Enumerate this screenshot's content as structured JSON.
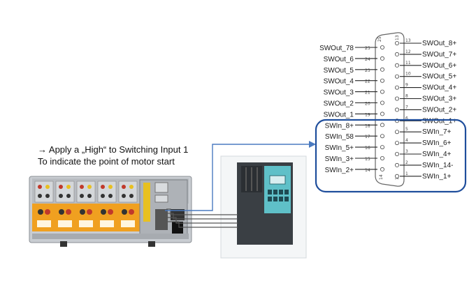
{
  "annotation": {
    "line1": "→ Apply a „High“ to Switching Input 1",
    "line2": "To indicate the point of motor start"
  },
  "connector": {
    "end_labels": {
      "top": "13",
      "top_left": "25",
      "bottom_right": "14",
      "bottom": "1"
    },
    "left_pins": [
      {
        "label": "SWOut_78",
        "num": "25"
      },
      {
        "label": "SWOut_6",
        "num": "24"
      },
      {
        "label": "SWOut_5",
        "num": "23"
      },
      {
        "label": "SWOut_4",
        "num": "22"
      },
      {
        "label": "SWOut_3",
        "num": "21"
      },
      {
        "label": "SWOut_2",
        "num": "20"
      },
      {
        "label": "SWOut_1",
        "num": "19"
      },
      {
        "label": "SWIn_8+",
        "num": "18"
      },
      {
        "label": "SWIn_58",
        "num": "17"
      },
      {
        "label": "SWIn_5+",
        "num": "16"
      },
      {
        "label": "SWIn_3+",
        "num": "15"
      },
      {
        "label": "SWIn_2+",
        "num": "14"
      }
    ],
    "right_pins": [
      {
        "label": "SWOut_8+",
        "num": "13"
      },
      {
        "label": "SWOut_7+",
        "num": "12"
      },
      {
        "label": "SWOut_6+",
        "num": "11"
      },
      {
        "label": "SWOut_5+",
        "num": "10"
      },
      {
        "label": "SWOut_4+",
        "num": "9"
      },
      {
        "label": "SWOut_3+",
        "num": "8"
      },
      {
        "label": "SWOut_2+",
        "num": "7"
      },
      {
        "label": "SWOut_1+",
        "num": "6"
      },
      {
        "label": "SWIn_7+",
        "num": "5"
      },
      {
        "label": "SWIn_6+",
        "num": "4"
      },
      {
        "label": "SWIn_4+",
        "num": "3"
      },
      {
        "label": "SWIn_14-",
        "num": "2"
      },
      {
        "label": "SWIn_1+",
        "num": "1"
      }
    ]
  },
  "colors": {
    "highlight_border": "#1f4e9c",
    "arrow": "#4a7ac0",
    "module_orange": "#f0a020",
    "drive_teal": "#5fc0c8",
    "drive_body": "#3a3f44"
  }
}
